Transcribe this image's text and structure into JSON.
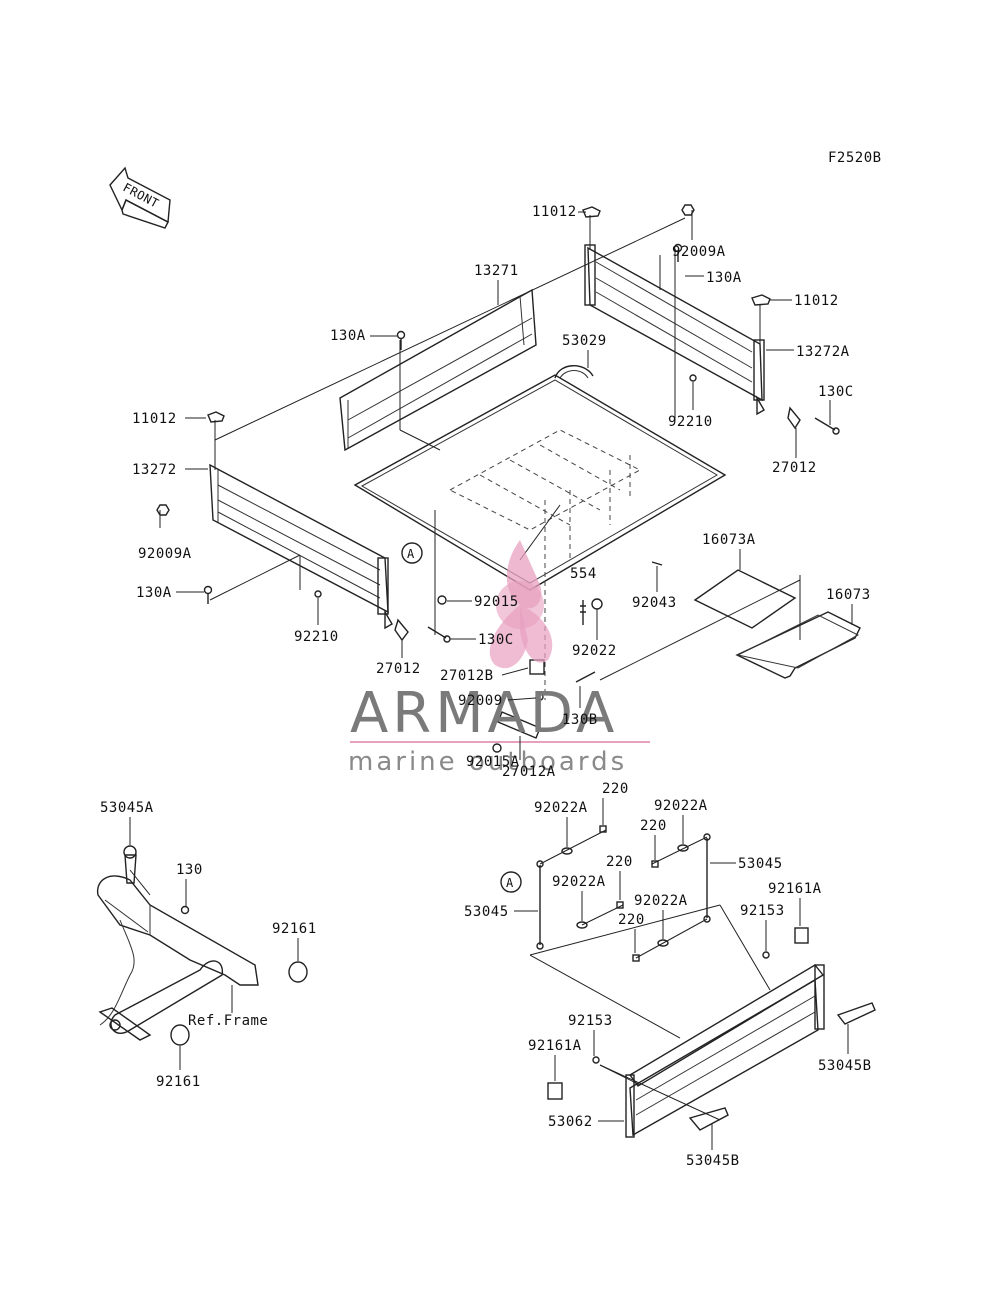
{
  "diagram_code": "F2520B",
  "front_arrow_label": "FRONT",
  "ref_marker": "A",
  "watermark": {
    "brand": "ARMADA",
    "tagline": "marine outboards",
    "accent_color": "#e8a0c0",
    "text_color": "#7a7a7a"
  },
  "labels": {
    "l_11012_top": "11012",
    "l_92009a_top": "92009A",
    "l_130a_top": "130A",
    "l_11012_right": "11012",
    "l_13272a": "13272A",
    "l_130c_right": "130C",
    "l_27012_right": "27012",
    "l_92210_right": "92210",
    "l_13271": "13271",
    "l_130a_mid": "130A",
    "l_53029": "53029",
    "l_11012_left": "11012",
    "l_13272": "13272",
    "l_92009a_left": "92009A",
    "l_130a_left": "130A",
    "l_92210_left": "92210",
    "l_27012_left": "27012",
    "l_92015": "92015",
    "l_130c_mid": "130C",
    "l_554": "554",
    "l_92043": "92043",
    "l_92022": "92022",
    "l_16073a": "16073A",
    "l_16073": "16073",
    "l_27012b": "27012B",
    "l_92009": "92009",
    "l_130b": "130B",
    "l_27012a": "27012A",
    "l_92015a": "92015A",
    "l_53045a": "53045A",
    "l_130": "130",
    "l_92161_top": "92161",
    "l_ref_frame": "Ref.Frame",
    "l_92161_bottom": "92161",
    "l_220_a": "220",
    "l_92022a_a": "92022A",
    "l_92022a_b": "92022A",
    "l_220_b": "220",
    "l_53045_right": "53045",
    "l_220_c": "220",
    "l_92022a_c": "92022A",
    "l_53045_left": "53045",
    "l_92022a_d": "92022A",
    "l_220_d": "220",
    "l_92161a_right": "92161A",
    "l_92153_right": "92153",
    "l_92153_left": "92153",
    "l_92161a_left": "92161A",
    "l_53062": "53062",
    "l_53045b_right": "53045B",
    "l_53045b_bottom": "53045B"
  }
}
